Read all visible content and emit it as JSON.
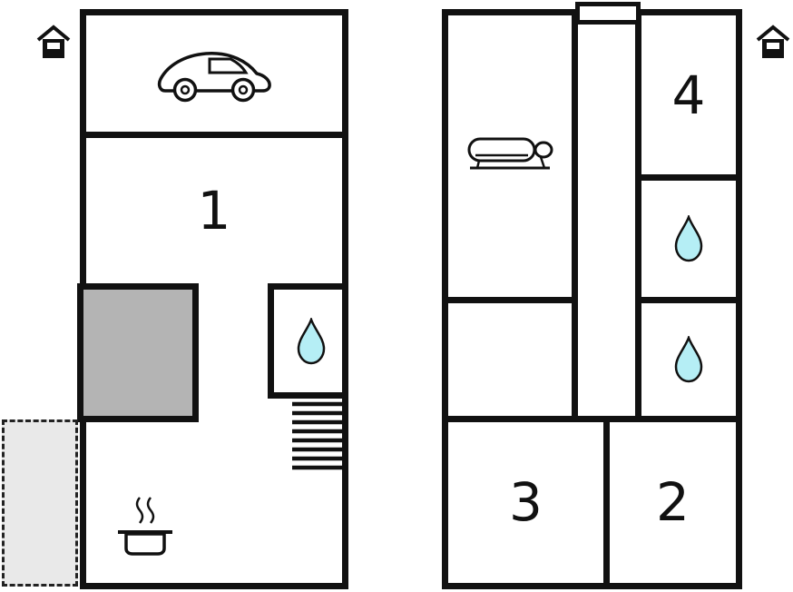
{
  "colors": {
    "wall": "#111111",
    "water_fill": "#b5eef5",
    "covered_fill": "#b4b4b4",
    "open_terrace_fill": "#e9e9e9"
  },
  "ground_floor": {
    "rooms": {
      "garage": {
        "icon": "car-icon"
      },
      "room1": {
        "label": "1"
      },
      "bathroom": {
        "icon": "water-drop-icon"
      },
      "kitchen": {
        "icon": "cooking-pot-icon"
      },
      "covered_terrace": {
        "fill": "solid-gray"
      },
      "open_terrace": {
        "border": "dashed"
      }
    },
    "stairs": "stairs",
    "marker": "house-icon"
  },
  "first_floor": {
    "rooms": {
      "living_room": {
        "icon": "sofa-icon"
      },
      "room4": {
        "label": "4"
      },
      "bathroom_upper": {
        "icon": "water-drop-icon"
      },
      "bathroom_lower": {
        "icon": "water-drop-icon"
      },
      "room3": {
        "label": "3"
      },
      "room2": {
        "label": "2"
      }
    },
    "chimney": "chimney",
    "marker": "house-icon"
  }
}
